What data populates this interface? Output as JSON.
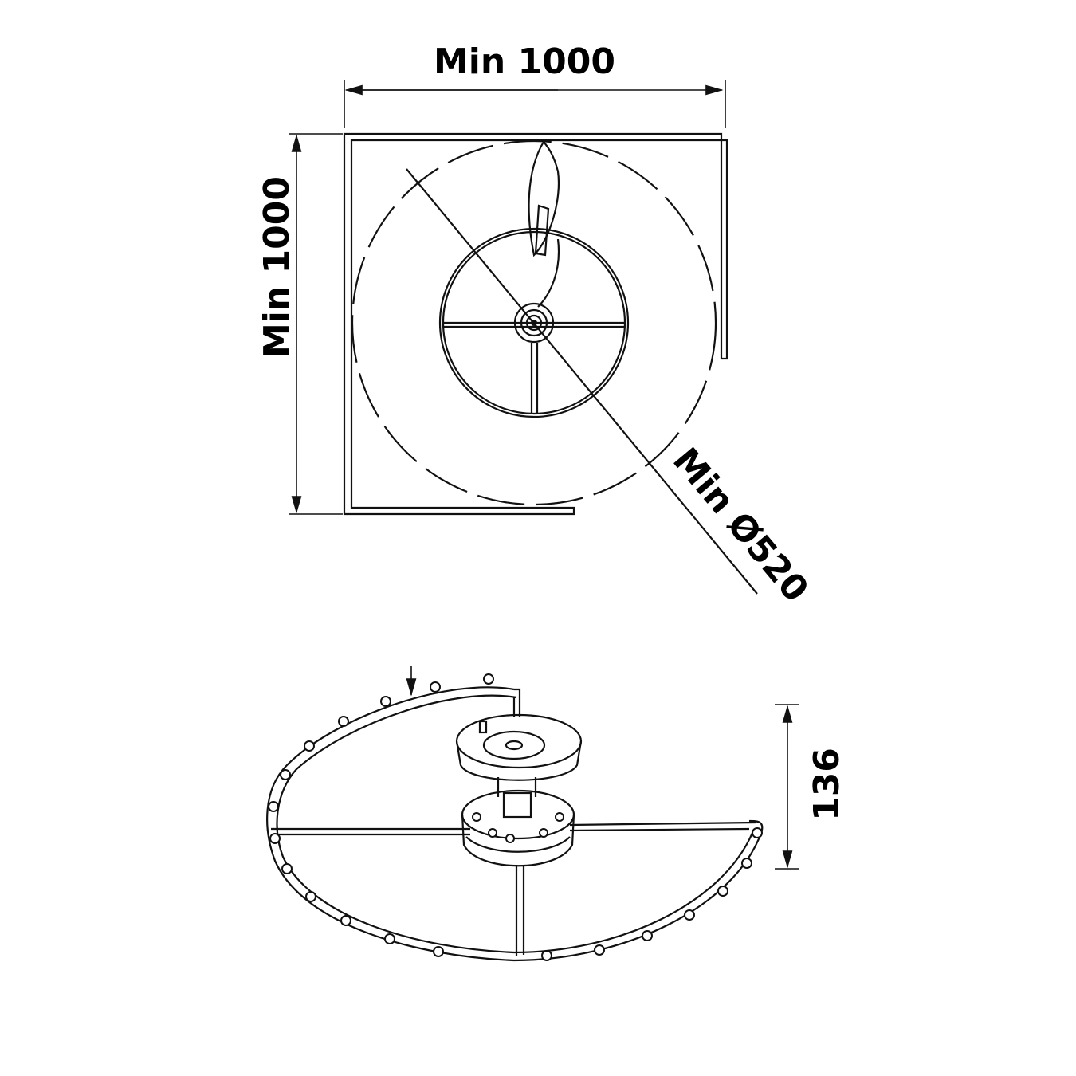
{
  "top_view": {
    "width_label": "Min 1000",
    "height_label": "Min 1000",
    "diameter_label": "Min Ø520"
  },
  "side_view": {
    "height_label": "136"
  }
}
